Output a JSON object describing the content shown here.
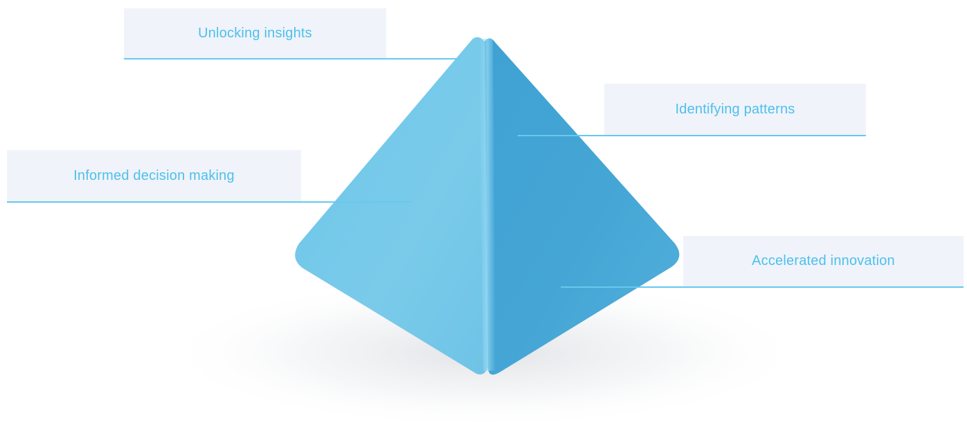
{
  "labels": {
    "unlocking_insights": "Unlocking insights",
    "identifying_patterns": "Identifying patterns",
    "informed_decision_making": "Informed decision making",
    "accelerated_innovation": "Accelerated innovation"
  },
  "colors": {
    "label_text": "#4cc0ec",
    "leader_line": "#66c9ee",
    "label_background": "#f0f3fa",
    "pyramid_left_face": "#73c7e7",
    "pyramid_right_face": "#45a6d5"
  }
}
